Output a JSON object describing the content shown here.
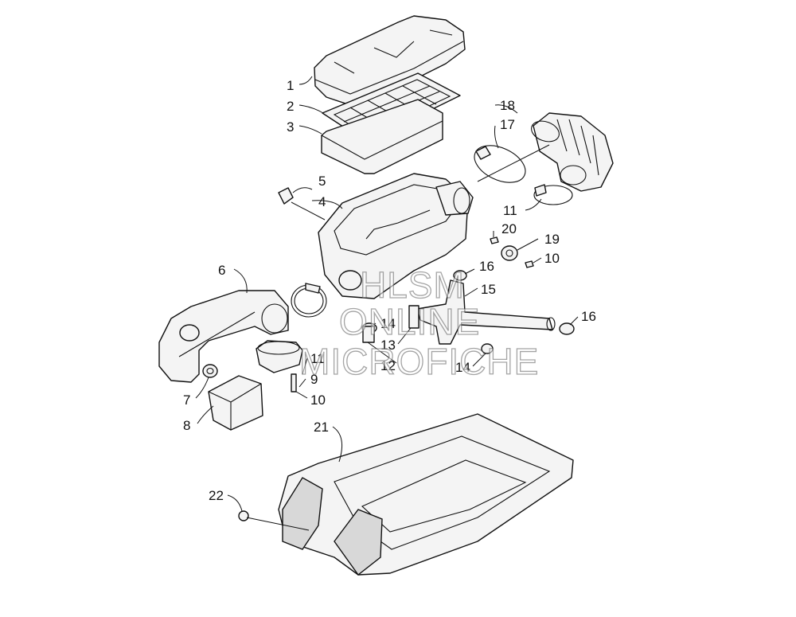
{
  "callouts": {
    "c1": "1",
    "c2": "2",
    "c3": "3",
    "c4": "4",
    "c5": "5",
    "c6": "6",
    "c7": "7",
    "c8": "8",
    "c9": "9",
    "c10a": "10",
    "c10b": "10",
    "c11a": "11",
    "c11b": "11",
    "c12": "12",
    "c13": "13",
    "c14a": "14",
    "c14b": "14",
    "c15": "15",
    "c16a": "16",
    "c16b": "16",
    "c17": "17",
    "c18": "18",
    "c19": "19",
    "c20": "20",
    "c21": "21",
    "c22": "22"
  },
  "watermark": {
    "line1": "HLSM",
    "line2": "ONLINE",
    "line3": "MICROFICHE"
  },
  "colors": {
    "line": "#111111",
    "part_fill": "#f4f4f4",
    "background": "#ffffff"
  }
}
